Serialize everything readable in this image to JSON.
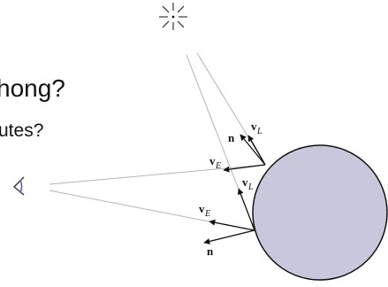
{
  "slide": {
    "heading_fragment": "hong?",
    "subpoint_fragment": "utes?"
  },
  "diagram": {
    "labels": {
      "n_top": "n",
      "vL_top": "v",
      "vL_top_sub": "L",
      "vE_top": "v",
      "vE_top_sub": "E",
      "vL_bottom": "v",
      "vL_bottom_sub": "L",
      "vE_bottom": "v",
      "vE_bottom_sub": "E",
      "n_bottom": "n"
    },
    "colors": {
      "sphere_fill": "#c8c8dc",
      "sphere_stroke": "#111111",
      "ray_color": "#b4b4b4",
      "vector_color": "#111111",
      "eye_accent": "#6a5acd"
    },
    "icons": [
      "light-source-icon",
      "eye-icon",
      "sphere"
    ]
  }
}
